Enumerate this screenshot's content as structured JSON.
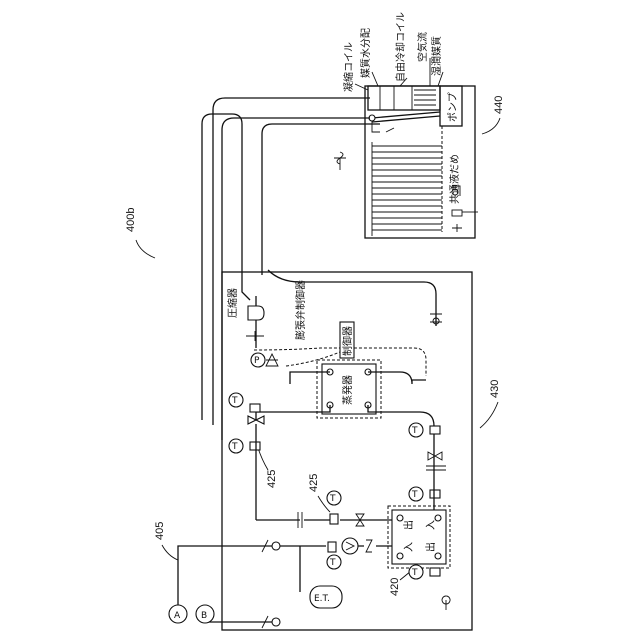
{
  "refs": {
    "figure": "400b",
    "r405": "405",
    "r420": "420",
    "r425a": "425",
    "r425b": "425",
    "r430": "430",
    "r440": "440"
  },
  "labels": {
    "condenser_coil": "凝縮コイル",
    "refrigerant_distributor": "媒質水分配",
    "free_cooling_coil": "自由冷却コイル",
    "airflow": "空気流",
    "wet_media": "湿潤媒質",
    "pump": "ポンプ",
    "sump": "共通液だめ",
    "compressor": "圧縮器",
    "expansion_controller": "膨張弁制御器",
    "controller": "制御器",
    "evaporator": "蒸発器",
    "inlet_top": "入",
    "outlet_top": "出",
    "inlet_bottom": "入",
    "outlet_bottom": "出"
  },
  "connectors": {
    "a": "A",
    "b": "B"
  },
  "symbols": {
    "temp": "T",
    "pressure": "P",
    "expansion_tank": "E.T."
  }
}
